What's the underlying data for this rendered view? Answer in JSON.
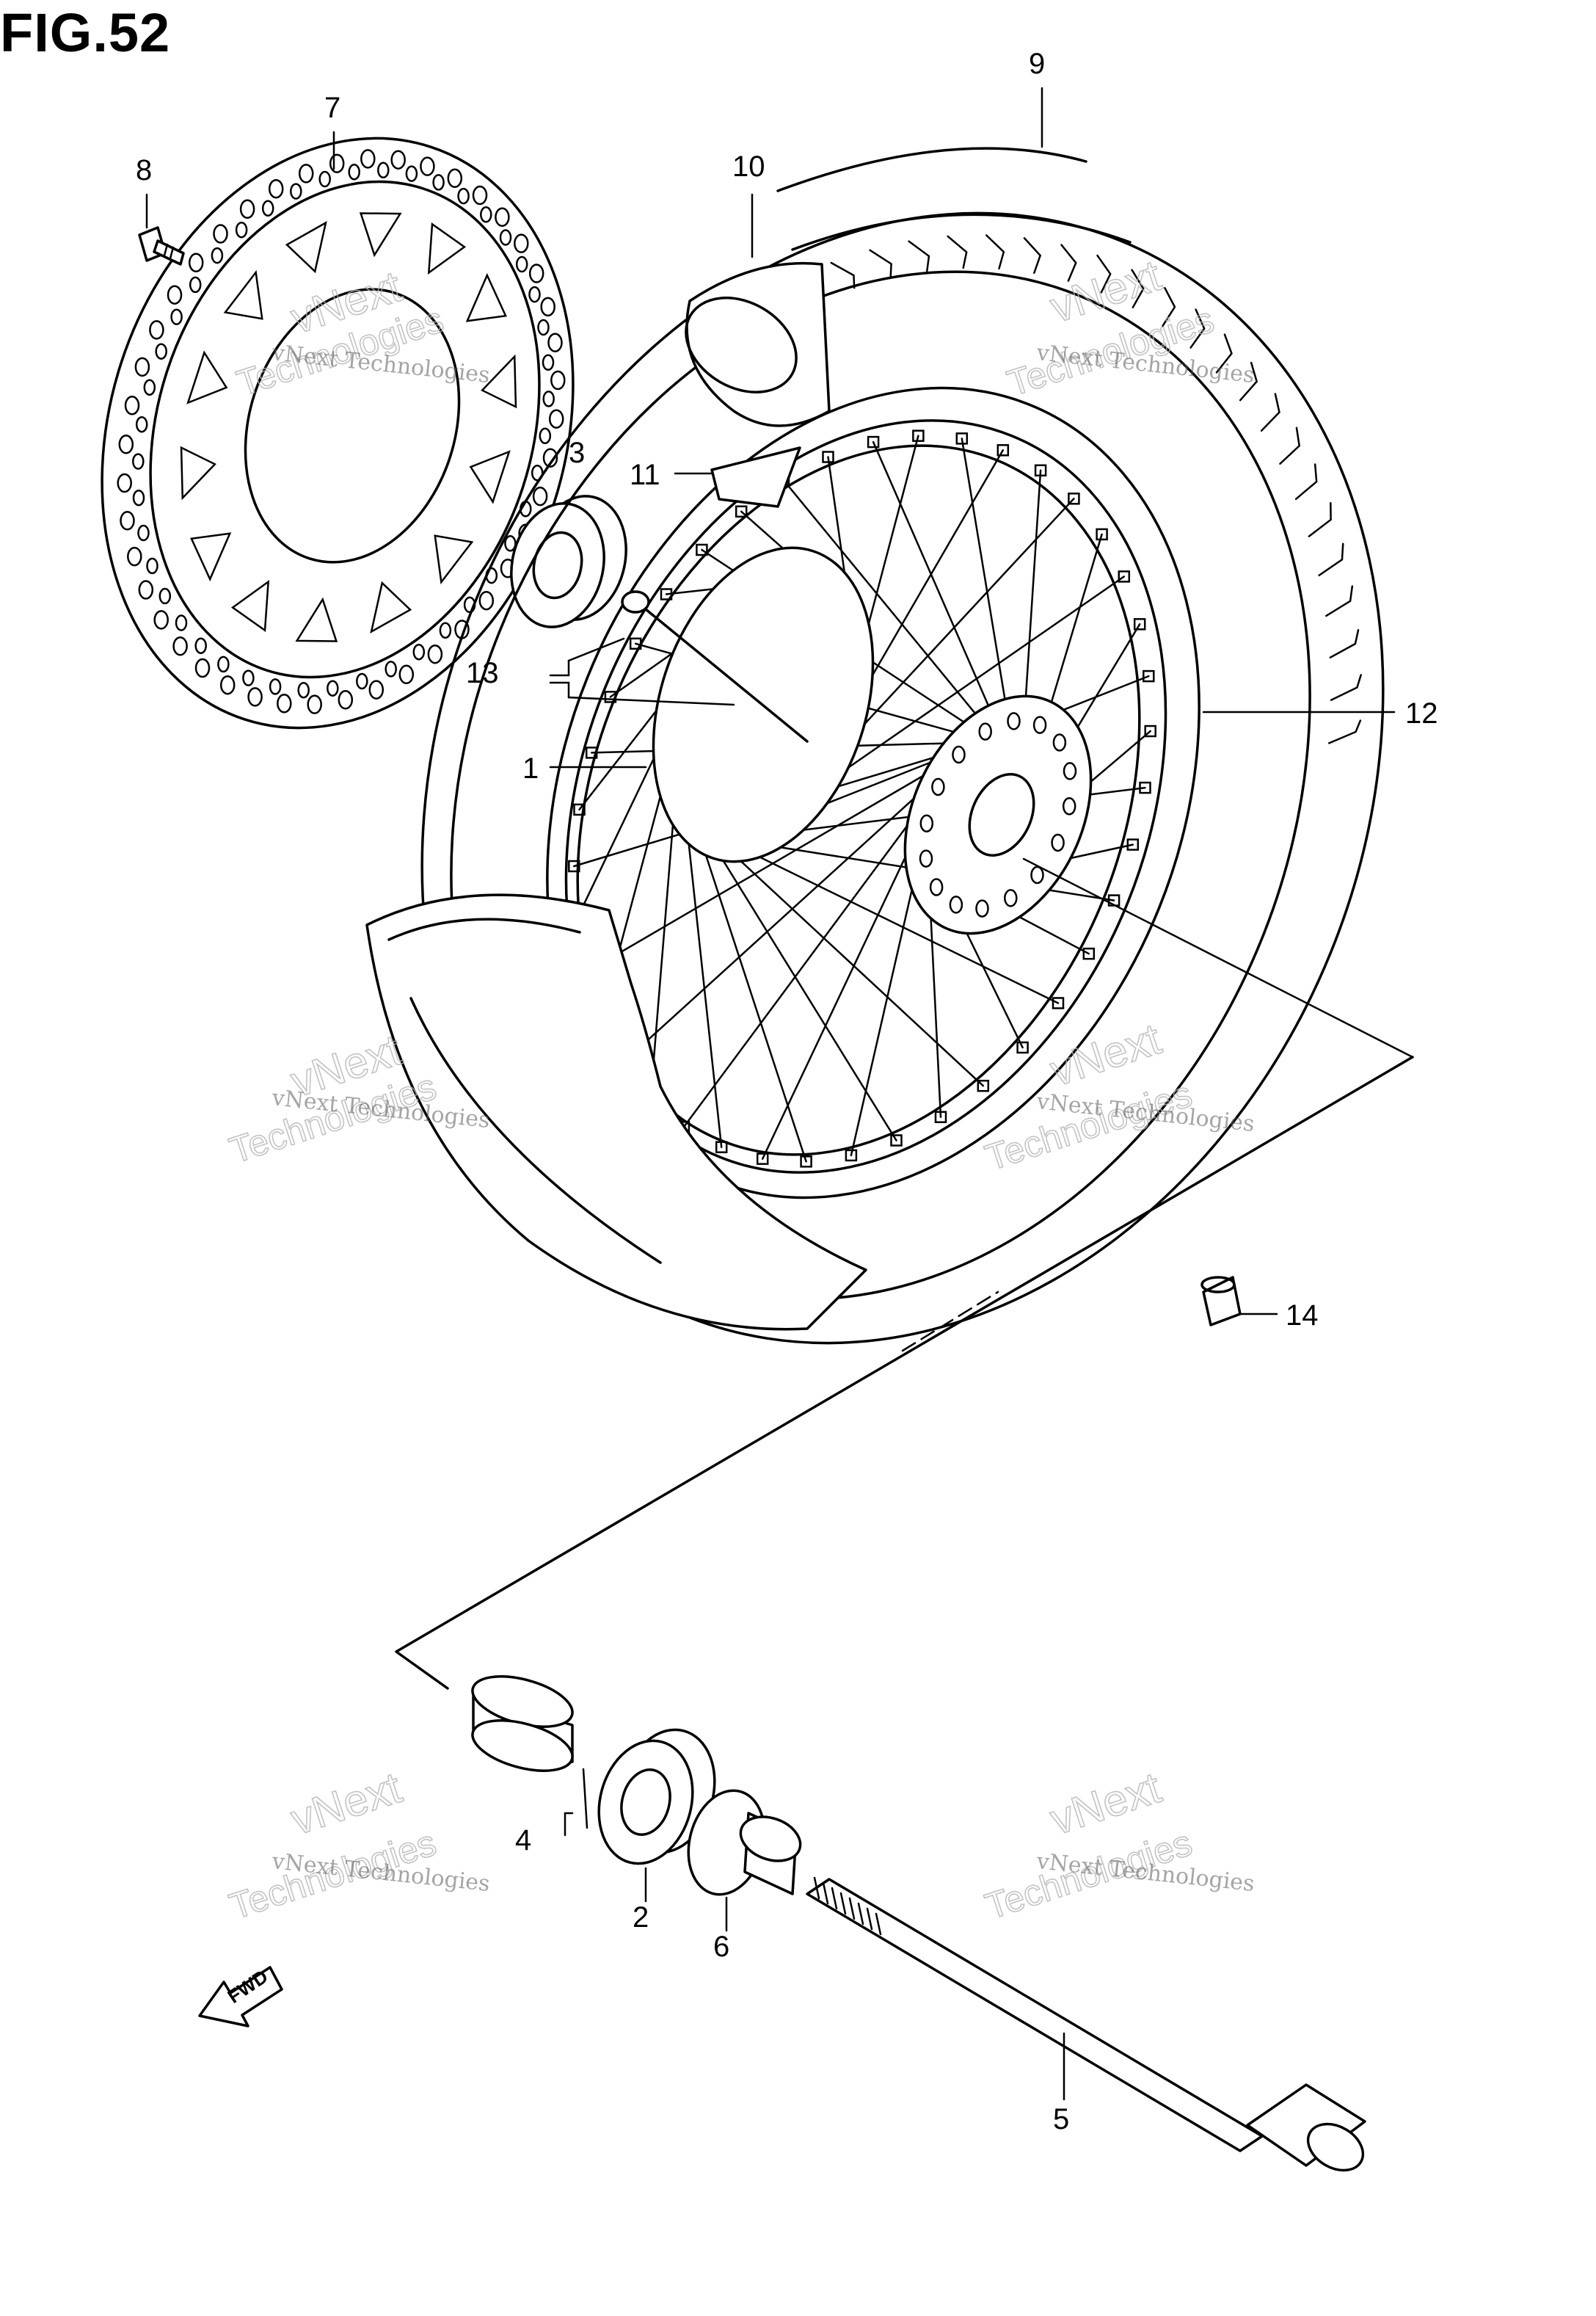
{
  "figure": {
    "title": "FIG.52"
  },
  "watermark": {
    "line1": "vNext Technologies",
    "line2": "vNext",
    "line3": "Technologies"
  },
  "arrow": {
    "label": "FWD"
  },
  "callouts": [
    {
      "id": "1",
      "label": "1"
    },
    {
      "id": "2",
      "label": "2"
    },
    {
      "id": "3",
      "label": "3"
    },
    {
      "id": "4",
      "label": "4"
    },
    {
      "id": "5",
      "label": "5"
    },
    {
      "id": "6",
      "label": "6"
    },
    {
      "id": "7",
      "label": "7"
    },
    {
      "id": "8",
      "label": "8"
    },
    {
      "id": "9",
      "label": "9"
    },
    {
      "id": "10",
      "label": "10"
    },
    {
      "id": "11",
      "label": "11"
    },
    {
      "id": "12",
      "label": "12"
    },
    {
      "id": "13",
      "label": "13"
    },
    {
      "id": "14",
      "label": "14"
    }
  ]
}
